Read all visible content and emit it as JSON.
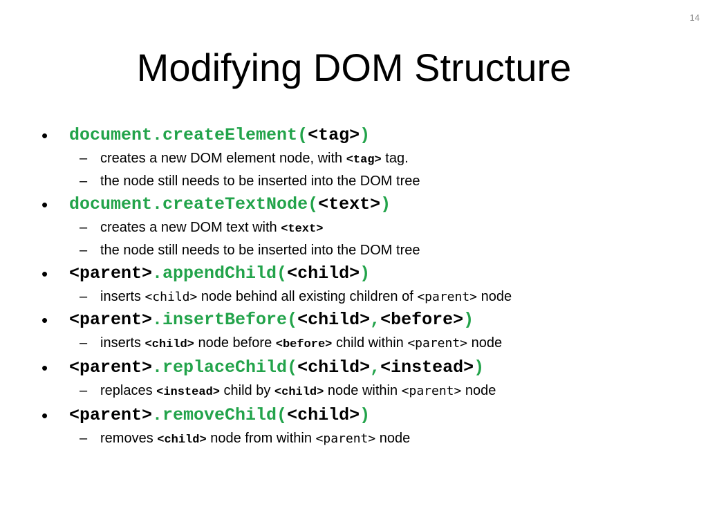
{
  "page_number": "14",
  "title": "Modifying DOM Structure",
  "items": [
    {
      "method": {
        "prefix": "document",
        "call": ".createElement(",
        "arg1": "<tag>",
        "sep": "",
        "arg2": "",
        "close": ")"
      },
      "details": [
        {
          "parts": [
            "creates a new DOM element node, with ",
            "<tag>",
            " tag."
          ]
        },
        {
          "parts": [
            "the node still needs to be inserted into the DOM tree"
          ]
        }
      ]
    },
    {
      "method": {
        "prefix": "document",
        "call": ".createTextNode(",
        "arg1": "<text>",
        "sep": "",
        "arg2": "",
        "close": ")"
      },
      "details": [
        {
          "parts": [
            "creates a new DOM text with ",
            "<text>"
          ]
        },
        {
          "parts": [
            "the node still needs to be inserted into the DOM tree"
          ]
        }
      ]
    },
    {
      "method": {
        "prefix": "<parent>",
        "call": ".appendChild(",
        "arg1": "<child>",
        "sep": "",
        "arg2": "",
        "close": ")"
      },
      "details": [
        {
          "parts": [
            "inserts ",
            "<child>",
            " node behind all existing children of ",
            "<parent>",
            " node"
          ]
        }
      ]
    },
    {
      "method": {
        "prefix": "<parent>",
        "call": ".insertBefore(",
        "arg1": "<child>",
        "sep": ",",
        "arg2": "<before>",
        "close": ")"
      },
      "details": [
        {
          "parts": [
            "inserts ",
            "<child>",
            " node before ",
            "<before>",
            " child within ",
            "<parent>",
            " node"
          ]
        }
      ]
    },
    {
      "method": {
        "prefix": "<parent>",
        "call": ".replaceChild(",
        "arg1": "<child>",
        "sep": ",",
        "arg2": "<instead>",
        "close": ")"
      },
      "details": [
        {
          "parts": [
            "replaces ",
            "<instead>",
            " child by ",
            "<child>",
            " node within ",
            "<parent>",
            " node"
          ]
        }
      ]
    },
    {
      "method": {
        "prefix": "<parent>",
        "call": ".removeChild(",
        "arg1": "<child>",
        "sep": "",
        "arg2": "",
        "close": ")"
      },
      "details": [
        {
          "parts": [
            "removes ",
            "<child>",
            " node from within ",
            "<parent>",
            " node"
          ]
        }
      ]
    }
  ],
  "colors": {
    "code_green": "#22a34a",
    "text": "#000000",
    "page_number": "#8c8c8c"
  }
}
